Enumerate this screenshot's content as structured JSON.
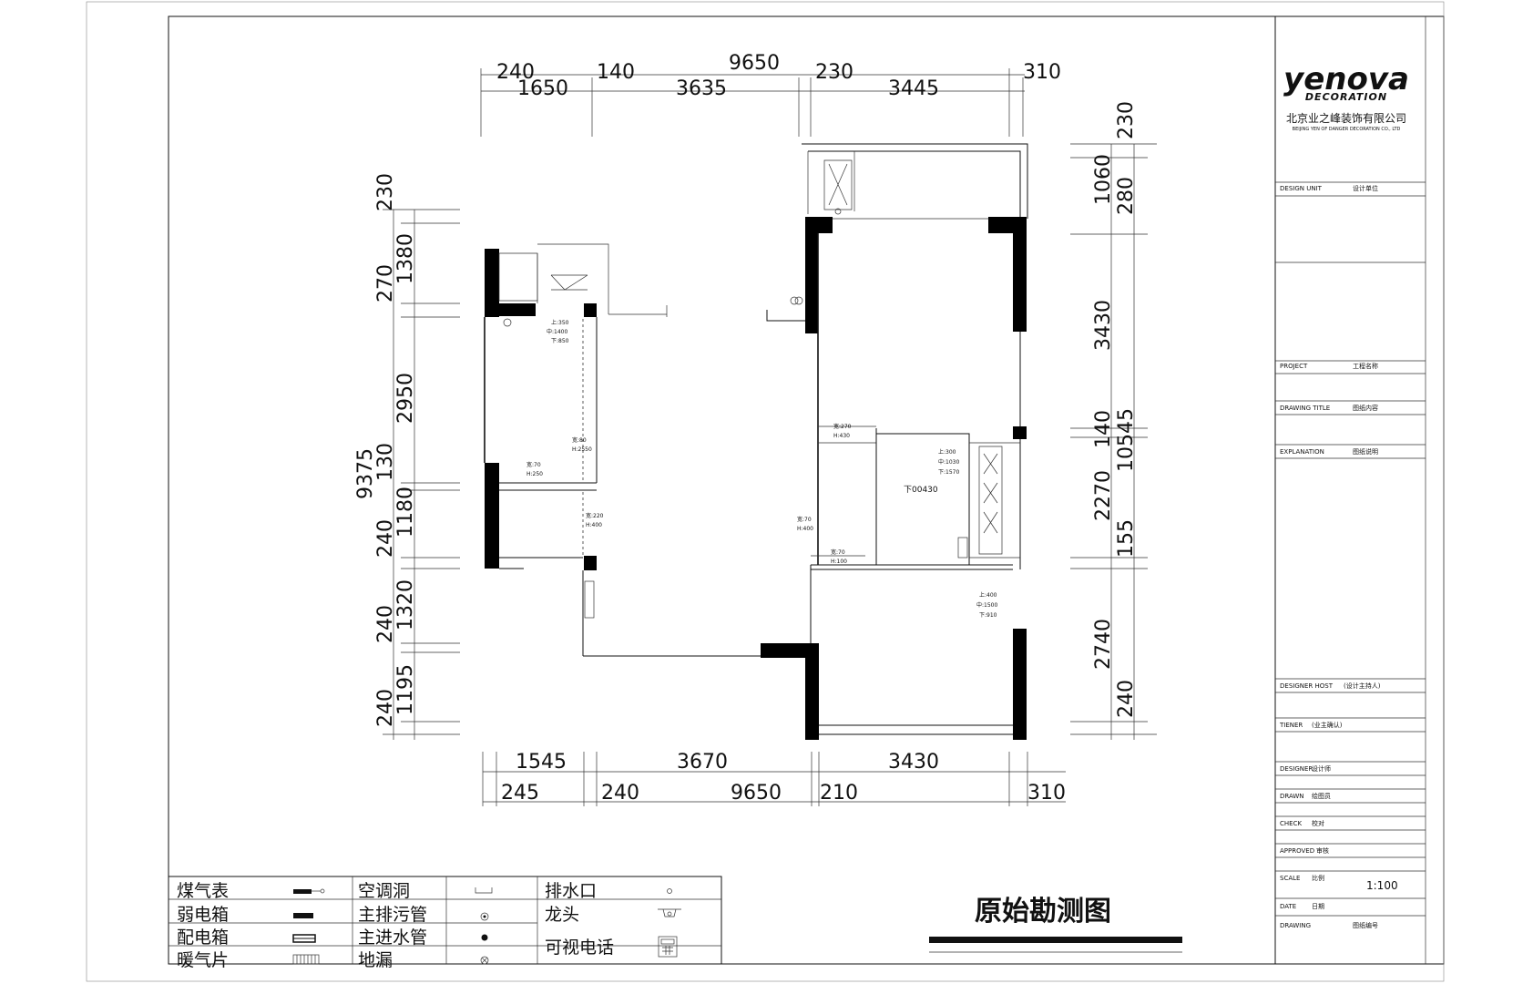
{
  "title": "原始勘测图",
  "company": {
    "logo": "yenova",
    "logo_sub": "DECORATION",
    "name_cn": "北京业之峰装饰有限公司",
    "name_en": "BEIJING YEN OF DANGER DECORATION CO., LTD"
  },
  "title_block": {
    "design_unit_label": "DESIGN UNIT",
    "design_unit_value": "设计单位",
    "project_label": "PROJECT",
    "project_value": "工程名称",
    "drawing_title_label": "DRAWING TITLE",
    "drawing_title_value": "图纸内容",
    "explanation_label": "EXPLANATION",
    "explanation_value": "图纸说明",
    "designer_host_label": "DESIGNER HOST",
    "designer_host_value": "(设计主持人)",
    "owner_label": "TIENER",
    "owner_value": "(业主确认)",
    "designer_label": "DESIGNER",
    "designer_value": "设计师",
    "drawn_label": "DRAWN",
    "drawn_value": "绘图员",
    "check_label": "CHECK",
    "check_value": "校对",
    "approved_label": "APPROVED",
    "approved_value": "审核",
    "scale_label": "SCALE",
    "scale_value_label": "比例",
    "scale_value": "1:100",
    "date_label": "DATE",
    "date_value": "日期",
    "drawing_no_label": "DRAWING",
    "drawing_no_value": "图纸编号"
  },
  "dimensions": {
    "top_outer": [
      "240",
      "140",
      "9650",
      "230",
      "310"
    ],
    "top_inner": [
      "1650",
      "3635",
      "3445"
    ],
    "bottom_inner": [
      "1545",
      "3670",
      "3430"
    ],
    "bottom_outer": [
      "245",
      "240",
      "9650",
      "210",
      "310"
    ],
    "left_total": "9375",
    "left": [
      "230",
      "270",
      "1380",
      "2950",
      "130",
      "1180",
      "240",
      "1320",
      "240",
      "1195",
      "240"
    ],
    "right_total": "10545",
    "right": [
      "230",
      "1060",
      "280",
      "3430",
      "140",
      "2270",
      "155",
      "2740",
      "240"
    ]
  },
  "annotations": {
    "a1": [
      "上:350",
      "中:1400",
      "下:850"
    ],
    "a2": [
      "宽:80",
      "H:2550"
    ],
    "a3": [
      "宽:70",
      "H:250"
    ],
    "a4": [
      "宽:220",
      "H:400"
    ],
    "a5": [
      "宽:270",
      "H:430"
    ],
    "a6": [
      "上:300",
      "中:1030",
      "下:1570"
    ],
    "a7": "下00430",
    "a8": [
      "宽:70",
      "H:400"
    ],
    "a9": [
      "宽:70",
      "H:100"
    ],
    "a10": [
      "上:400",
      "中:1500",
      "下:910"
    ]
  },
  "legend": [
    {
      "label": "煤气表",
      "icon": "gas-meter-icon"
    },
    {
      "label": "空调洞",
      "icon": "ac-hole-icon"
    },
    {
      "label": "排水口",
      "icon": "drain-outlet-icon"
    },
    {
      "label": "弱电箱",
      "icon": "weak-current-box-icon"
    },
    {
      "label": "主排污管",
      "icon": "main-sewage-pipe-icon"
    },
    {
      "label": "龙头",
      "icon": "faucet-icon"
    },
    {
      "label": "配电箱",
      "icon": "distribution-box-icon"
    },
    {
      "label": "主进水管",
      "icon": "main-water-inlet-icon"
    },
    {
      "label": "可视电话",
      "icon": "video-phone-icon"
    },
    {
      "label": "暖气片",
      "icon": "radiator-icon"
    },
    {
      "label": "地漏",
      "icon": "floor-drain-icon"
    }
  ]
}
